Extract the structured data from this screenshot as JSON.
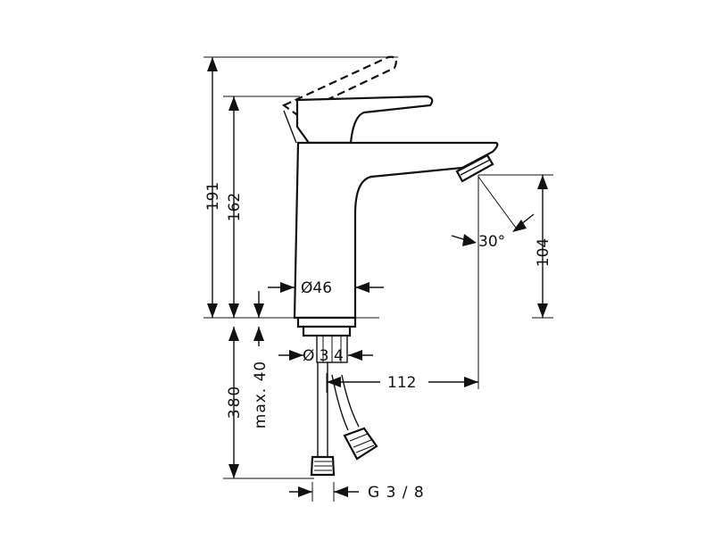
{
  "dimensions": {
    "total_height": "191",
    "body_height": "162",
    "spout_height": "104",
    "spray_angle": "30°",
    "base_diameter": "Ø46",
    "shank_diameter": "Ø 3 4",
    "spout_reach": "112",
    "max_thickness": "max. 40",
    "hose_length": "380",
    "connection": "G 3 / 8"
  },
  "colors": {
    "line": "#111111",
    "background": "#ffffff"
  }
}
